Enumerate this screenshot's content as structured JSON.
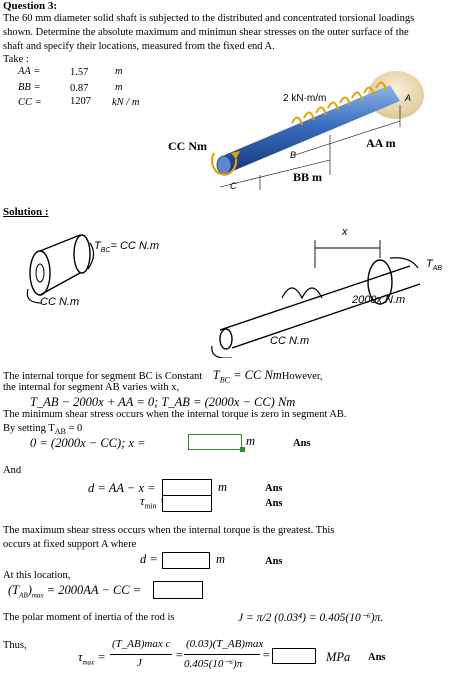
{
  "question": {
    "heading": "Question 3:",
    "text_line1": "The 60 mm diameter solid shaft is subjected to the distributed and concentrated torsional loadings",
    "text_line2": "shown. Determine the absolute maximum and minimun shear stresses on the outer surface of the",
    "text_line3": "shaft and specify their locations, measured from the fixed end A.",
    "take": "Take :",
    "givens": [
      {
        "name": "AA =",
        "value": "1.57",
        "unit": "m"
      },
      {
        "name": "BB =",
        "value": "0.87",
        "unit": "m"
      },
      {
        "name": "CC =",
        "value": "1207",
        "unit": "kN / m"
      }
    ]
  },
  "figure": {
    "load_label": "2 kN·m/m",
    "cc_label": "CC  Nm",
    "aa_label": "AA  m",
    "bb_label": "BB  m",
    "point_a": "A",
    "point_b": "B",
    "point_c": "C"
  },
  "solution": {
    "heading": "Solution :",
    "sketch_left_torque": "T",
    "sketch_left_sub": "BC",
    "sketch_left_eq": "= CC N.m",
    "sketch_left_bottom": "CC N.m",
    "sketch_x": "x",
    "sketch_tab": "T",
    "sketch_tab_sub": "AB",
    "sketch_dist": "2000x  N.m",
    "sketch_cc_bottom": "CC  N.m",
    "line1_a": "The internal torque for segment BC is Constant",
    "line1_eq": "T",
    "line1_sub": "BC",
    "line1_rhs": "= CC  Nm",
    "line1_b": "However,",
    "line2": "the internal for segment AB varies with x,",
    "eq_main": "T_AB − 2000x + AA = 0;   T_AB = (2000x − CC) Nm",
    "line3": "The minimum shear stress occurs when the internal torque is zero in segment AB.",
    "setting": "By setting T",
    "setting_sub": "AB",
    "setting_rhs": " = 0",
    "eq_zero": "0 = (2000x − CC);    x =",
    "unit_m": "m",
    "ans": "Ans",
    "and": "And",
    "eq_d": "d = AA − x =",
    "tau_min": "τ",
    "tau_min_sub": "min",
    "eq_suffix": "=",
    "max_line1": "The maximum shear stress occurs when the internal torque is the greatest. This",
    "max_line2": "occurs at fixed support A where",
    "d_eq": "d =",
    "at_loc": "At this location,",
    "tab_max": "(T",
    "tab_max_sub": "AB",
    "tab_max_rhs": ")",
    "tab_max_sub2": "max",
    "tab_max_eq": " = 2000AA − CC =",
    "polar_text": "The polar moment of inertia of the rod is",
    "polar_eq": "J = π/2 (0.03⁴) = 0.405(10⁻⁶)π.",
    "thus": "Thus,",
    "tau_max": "τ",
    "tau_max_sub": "max",
    "frac1_num": "(T_AB)max c",
    "frac1_den": "J",
    "frac2_num": "(0.03)(T_AB)max",
    "frac2_den": "0.405(10⁻⁶)π",
    "unit_mpa": "MPa"
  }
}
